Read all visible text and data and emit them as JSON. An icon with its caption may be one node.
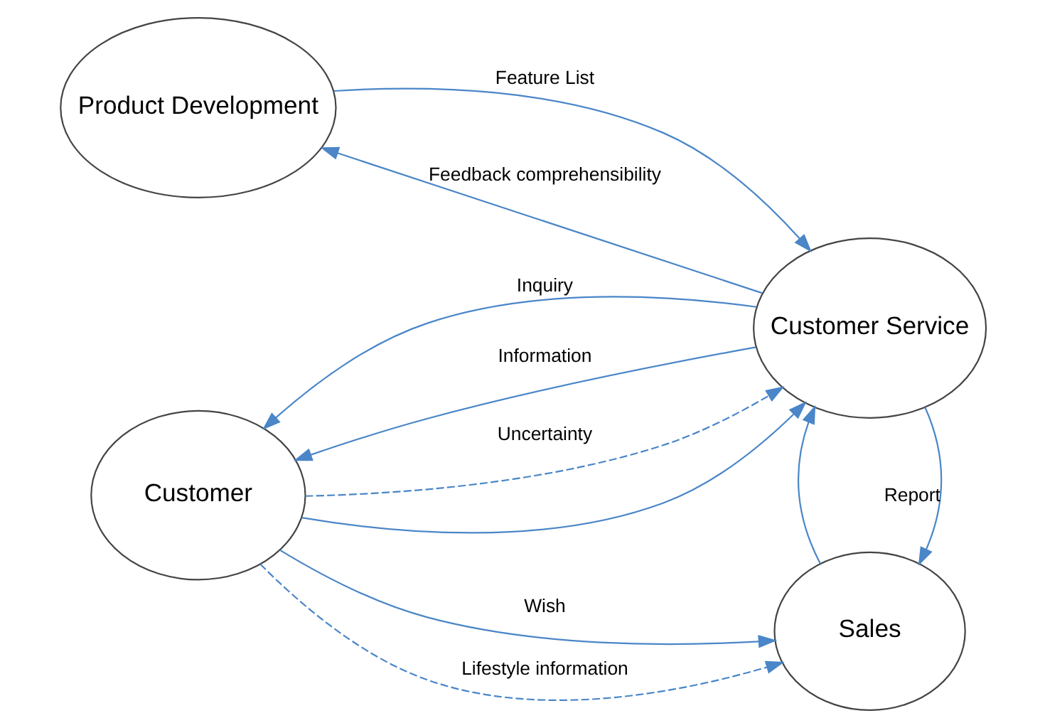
{
  "diagram": {
    "nodes": [
      {
        "text": [
          "Customer"
        ]
      },
      {
        "text": [
          "Sales"
        ]
      },
      {
        "text": [
          "Customer Service"
        ]
      },
      {
        "text": [
          "Product Development"
        ]
      }
    ],
    "edges": [
      {
        "from": 0,
        "to": 1,
        "arrow": "to",
        "label": "Wish"
      },
      {
        "from": 0,
        "to": 1,
        "arrow": "to",
        "label": "Lifestyle information",
        "style": "dashed"
      },
      {
        "from": 0,
        "to": 2,
        "arrow": "to",
        "label": "Uncertainty",
        "style": "dashed"
      },
      {
        "from": 2,
        "to": 0,
        "arrow": "to",
        "label": "Inquiry"
      },
      {
        "from": 0,
        "to": 2,
        "arrow": "to"
      },
      {
        "from": 2,
        "to": 0,
        "arrow": "to",
        "label": "Information"
      },
      {
        "from": 2,
        "to": 1,
        "arrow": "to",
        "label": "Report"
      },
      {
        "from": 1,
        "to": 2,
        "arrow": "to"
      },
      {
        "from": 3,
        "to": 2,
        "arrow": "to",
        "label": "Feature List"
      },
      {
        "from": 2,
        "to": 3,
        "arrow": "to",
        "label": "Feedback comprehensibility"
      }
    ]
  }
}
